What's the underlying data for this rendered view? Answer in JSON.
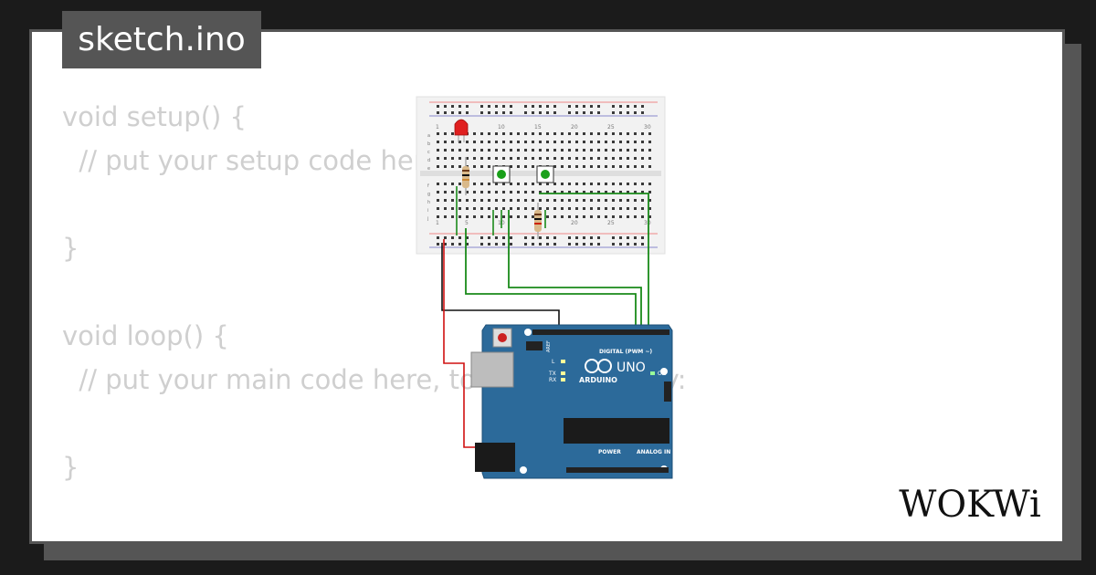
{
  "file": {
    "name": "sketch.ino"
  },
  "code": {
    "lines": [
      "void setup() {",
      "  // put your setup code here, to run once:",
      "",
      "}",
      "",
      "void loop() {",
      "  // put your main code here, to run repeatedly:",
      "",
      "}"
    ]
  },
  "breadboard": {
    "column_numbers": [
      "1",
      "5",
      "10",
      "15",
      "20",
      "25",
      "30"
    ],
    "row_letters_top": [
      "a",
      "b",
      "c",
      "d",
      "e"
    ],
    "row_letters_bottom": [
      "f",
      "g",
      "h",
      "i",
      "j"
    ]
  },
  "board": {
    "brand": "ARDUINO",
    "model": "UNO",
    "digital_label": "DIGITAL (PWM ~)",
    "power_label": "POWER",
    "analog_label": "ANALOG IN",
    "on_label": "ON",
    "l_label": "L",
    "tx_label": "TX",
    "rx_label": "RX",
    "aref_label": "AREF"
  },
  "logo": {
    "text": "WOKWi"
  },
  "colors": {
    "background": "#1b1b1b",
    "frame": "#555555",
    "code_text": "#cfcfcf",
    "board_blue": "#2c6a9a",
    "wire_green": "#1a8a1a",
    "wire_red": "#d01010",
    "wire_black": "#111111",
    "led_red": "#e02020",
    "button_green": "#1aa01a"
  }
}
